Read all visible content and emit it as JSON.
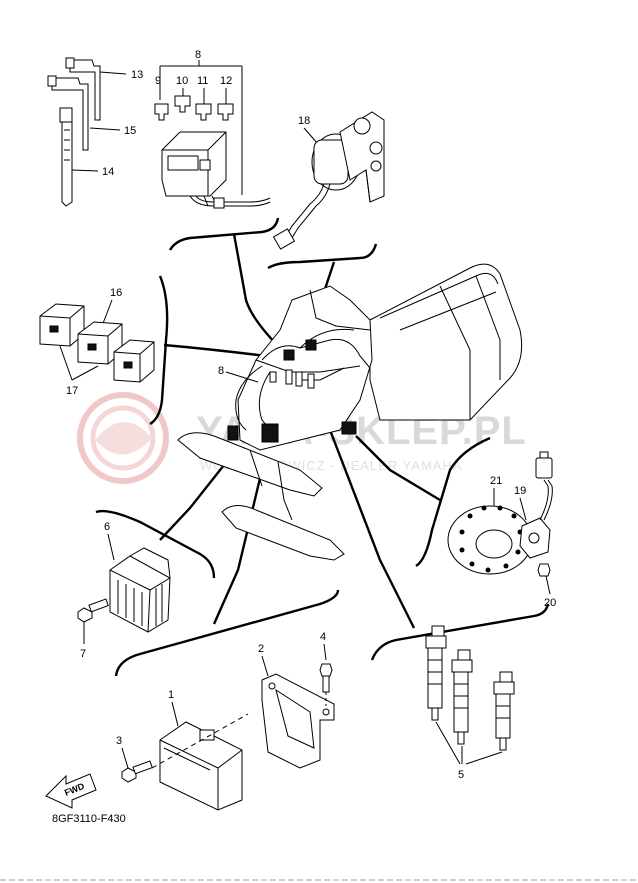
{
  "diagram": {
    "code": "8GF3110-F430",
    "watermark": {
      "main": "YAMA-SKLEP.PL",
      "sub": "WOJCIECHOWICZ - DEALER YAMAHA"
    },
    "fwd_label": "FWD",
    "callouts": {
      "p1": "1",
      "p2": "2",
      "p3": "3",
      "p4": "4",
      "p5": "5",
      "p6": "6",
      "p7": "7",
      "p8_top": "8",
      "p8_mid": "8",
      "p9": "9",
      "p10": "10",
      "p11": "11",
      "p12": "12",
      "p13": "13",
      "p14": "14",
      "p15": "15",
      "p16": "16",
      "p17": "17",
      "p18": "18",
      "p19": "19",
      "p20": "20",
      "p21": "21"
    }
  }
}
